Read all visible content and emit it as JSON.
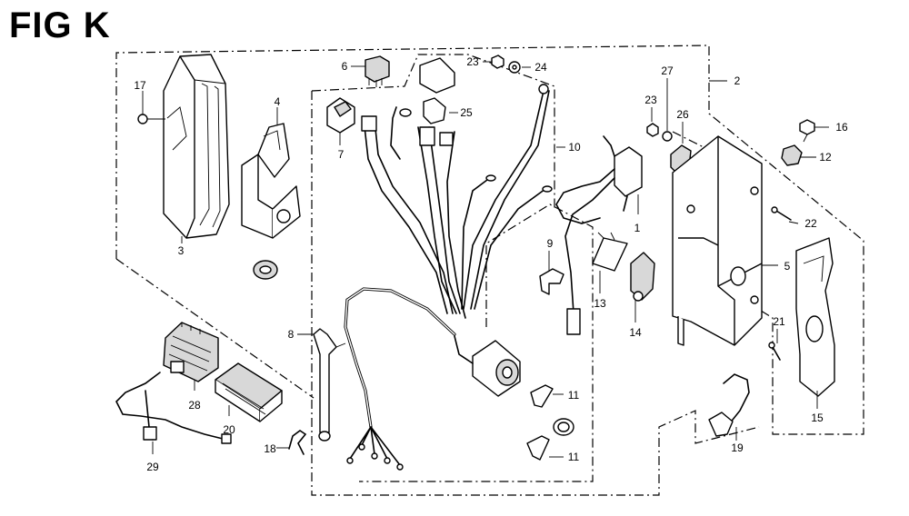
{
  "figure": {
    "title": "FIG K"
  },
  "callouts": [
    {
      "id": "c1",
      "text": "1"
    },
    {
      "id": "c2",
      "text": "2"
    },
    {
      "id": "c3",
      "text": "3"
    },
    {
      "id": "c4",
      "text": "4"
    },
    {
      "id": "c5",
      "text": "5"
    },
    {
      "id": "c6",
      "text": "6"
    },
    {
      "id": "c7",
      "text": "7"
    },
    {
      "id": "c8",
      "text": "8"
    },
    {
      "id": "c9",
      "text": "9"
    },
    {
      "id": "c10",
      "text": "10"
    },
    {
      "id": "c11a",
      "text": "11"
    },
    {
      "id": "c11b",
      "text": "11"
    },
    {
      "id": "c12",
      "text": "12"
    },
    {
      "id": "c13",
      "text": "13"
    },
    {
      "id": "c14",
      "text": "14"
    },
    {
      "id": "c15",
      "text": "15"
    },
    {
      "id": "c16",
      "text": "16"
    },
    {
      "id": "c17",
      "text": "17"
    },
    {
      "id": "c18",
      "text": "18"
    },
    {
      "id": "c19",
      "text": "19"
    },
    {
      "id": "c20",
      "text": "20"
    },
    {
      "id": "c21",
      "text": "21"
    },
    {
      "id": "c22",
      "text": "22"
    },
    {
      "id": "c23a",
      "text": "23"
    },
    {
      "id": "c23b",
      "text": "23"
    },
    {
      "id": "c24",
      "text": "24"
    },
    {
      "id": "c25",
      "text": "25"
    },
    {
      "id": "c26",
      "text": "26"
    },
    {
      "id": "c27",
      "text": "27"
    },
    {
      "id": "c28",
      "text": "28"
    },
    {
      "id": "c29",
      "text": "29"
    }
  ]
}
